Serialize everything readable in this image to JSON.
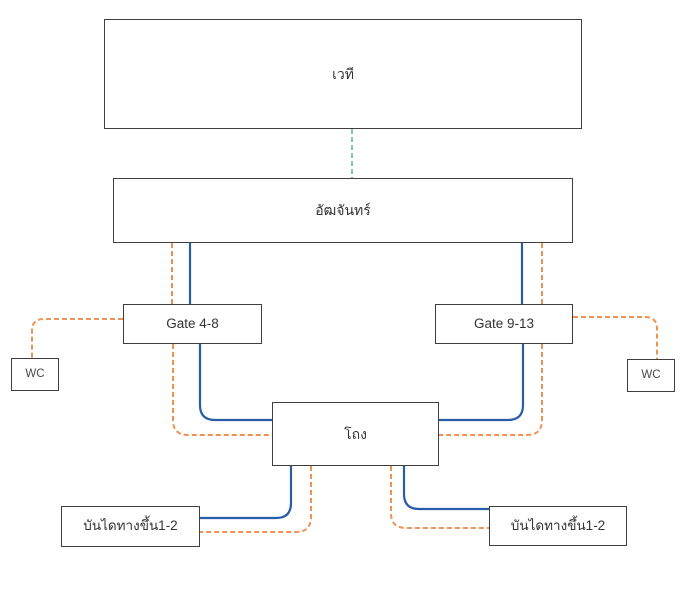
{
  "diagram": {
    "title": "venue-route-diagram",
    "background": "#ffffff",
    "colors": {
      "blue_route": "#2a5da8",
      "orange_route": "#ee9356",
      "green_link": "#7ccba2",
      "box_border": "#3f3f3f",
      "text_color": "#333333"
    },
    "nodes": {
      "stage": {
        "label": "เวที"
      },
      "grandstand": {
        "label": "อัฒจันทร์"
      },
      "gate_4_8": {
        "label": "Gate 4-8"
      },
      "gate_9_13": {
        "label": "Gate 9-13"
      },
      "wc_left": {
        "label": "WC"
      },
      "wc_right": {
        "label": "WC"
      },
      "hall": {
        "label": "โถง"
      },
      "stairs_left": {
        "label": "บันไดทางขึ้น1-2"
      },
      "stairs_right": {
        "label": "บันไดทางขึ้น1-2"
      }
    },
    "edges": [
      {
        "from": "stage",
        "to": "grandstand",
        "style": "green-dashed"
      },
      {
        "from": "grandstand",
        "to": "gate_4_8",
        "style": "blue-solid"
      },
      {
        "from": "grandstand",
        "to": "gate_4_8",
        "style": "orange-dashed"
      },
      {
        "from": "gate_4_8",
        "to": "hall",
        "style": "blue-solid"
      },
      {
        "from": "gate_4_8",
        "to": "hall",
        "style": "orange-dashed"
      },
      {
        "from": "gate_4_8",
        "to": "wc_left",
        "style": "orange-dashed"
      },
      {
        "from": "grandstand",
        "to": "gate_9_13",
        "style": "blue-solid"
      },
      {
        "from": "grandstand",
        "to": "gate_9_13",
        "style": "orange-dashed"
      },
      {
        "from": "gate_9_13",
        "to": "hall",
        "style": "blue-solid"
      },
      {
        "from": "gate_9_13",
        "to": "hall",
        "style": "orange-dashed"
      },
      {
        "from": "gate_9_13",
        "to": "wc_right",
        "style": "orange-dashed"
      },
      {
        "from": "hall",
        "to": "stairs_left",
        "style": "blue-solid"
      },
      {
        "from": "hall",
        "to": "stairs_left",
        "style": "orange-dashed"
      },
      {
        "from": "hall",
        "to": "stairs_right",
        "style": "blue-solid"
      },
      {
        "from": "hall",
        "to": "stairs_right",
        "style": "orange-dashed"
      }
    ]
  }
}
